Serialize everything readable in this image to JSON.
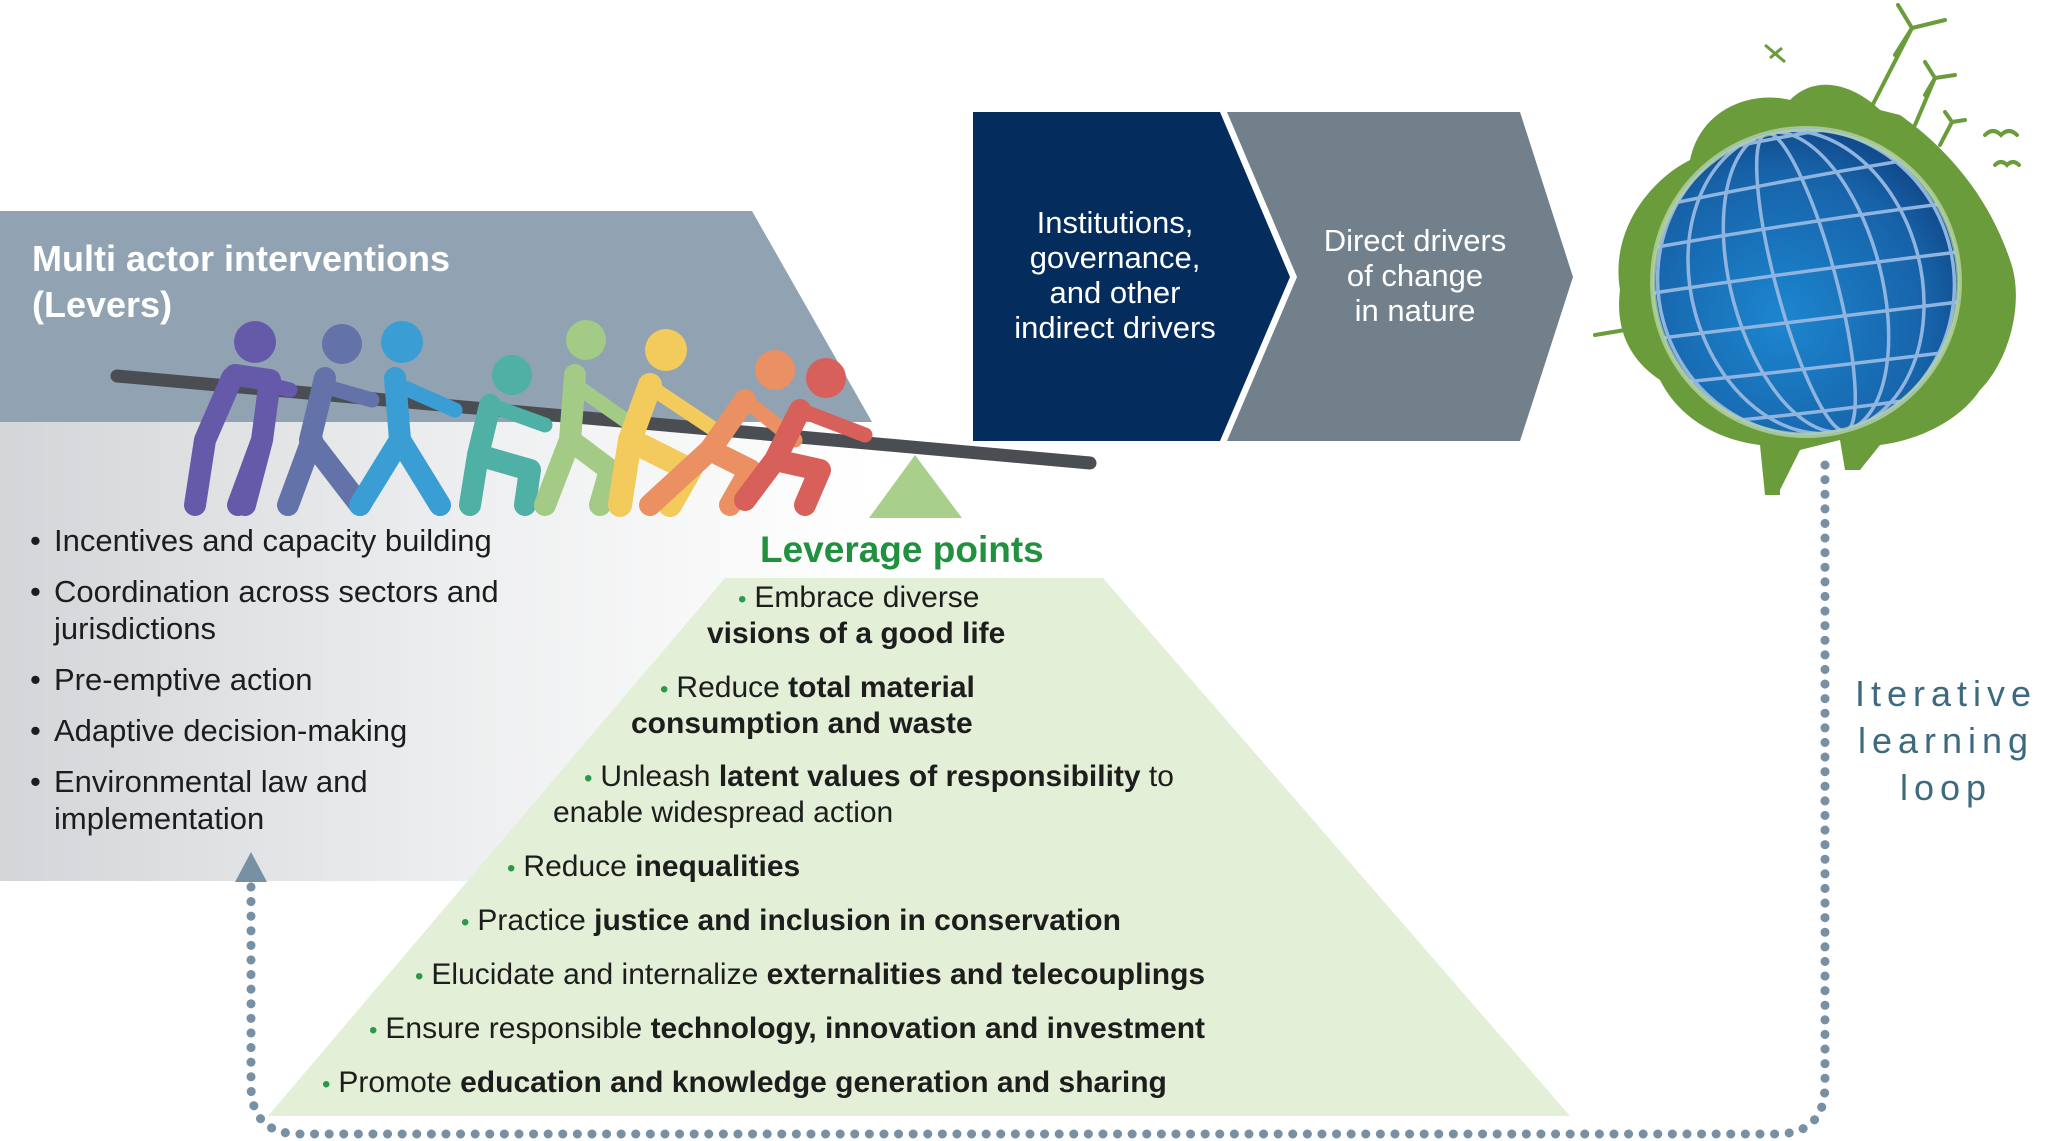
{
  "levers": {
    "title_line1": "Multi actor interventions",
    "title_line2": "(Levers)",
    "items": [
      {
        "line1": "Incentives and capacity building",
        "line2": ""
      },
      {
        "line1": "Coordination across sectors and",
        "line2": "jurisdictions"
      },
      {
        "line1": "Pre-emptive action",
        "line2": ""
      },
      {
        "line1": "Adaptive decision-making",
        "line2": ""
      },
      {
        "line1": "Environmental law and",
        "line2": "implementation"
      }
    ],
    "bullet": "•",
    "panel_color": "#91a3b2",
    "figure_colors": [
      "#6559aa",
      "#6372a8",
      "#3a9dd4",
      "#4fb0a5",
      "#a3cb86",
      "#f3cb5c",
      "#ea9062",
      "#d8605a"
    ]
  },
  "drivers": {
    "indirect": {
      "line1": "Institutions,",
      "line2": "governance,",
      "line3": "and other",
      "line4": "indirect drivers",
      "color": "#042c5c"
    },
    "direct": {
      "line1": "Direct drivers",
      "line2": "of change",
      "line3": "in nature",
      "color": "#72808b"
    }
  },
  "leverage_points": {
    "title": "Leverage points",
    "title_color": "#21913f",
    "fill_color": "#e3efd6",
    "bullet": "•",
    "items": [
      {
        "pre": "Embrace diverse",
        "bold": "",
        "post": "",
        "line2_bold": "visions of a good life",
        "line2": ""
      },
      {
        "pre": "Reduce ",
        "bold": "total material",
        "post": "",
        "line2_bold": "consumption and waste",
        "line2": ""
      },
      {
        "pre": "Unleash ",
        "bold": "latent values of responsibility",
        "post": " to",
        "line2_bold": "",
        "line2": "enable widespread action"
      },
      {
        "pre": "Reduce ",
        "bold": "inequalities",
        "post": ""
      },
      {
        "pre": "Practice ",
        "bold": "justice and inclusion in conservation",
        "post": ""
      },
      {
        "pre": "Elucidate and internalize ",
        "bold": "externalities and telecouplings",
        "post": ""
      },
      {
        "pre": "Ensure responsible ",
        "bold": "technology, innovation and investment",
        "post": ""
      },
      {
        "pre": "Promote ",
        "bold": "education and knowledge generation and sharing",
        "post": ""
      }
    ]
  },
  "loop": {
    "line1": "Iterative",
    "line2": "learning",
    "line3": "loop",
    "dot_color": "#7890a4",
    "label_color": "#3e6a80"
  },
  "globe": {
    "icon": "globe-nature-icon",
    "sphere_color": "#1a6fb5",
    "vegetation_color": "#6b9c3c"
  }
}
